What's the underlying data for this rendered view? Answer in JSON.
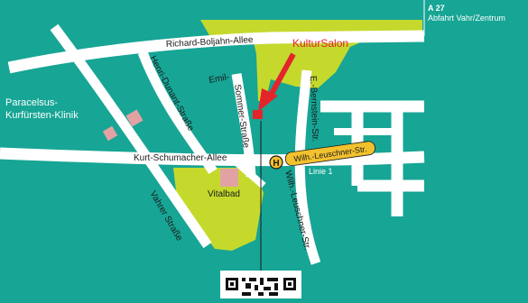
{
  "colors": {
    "background": "#17a595",
    "road": "#ffffff",
    "park": "#c5d92d",
    "building": "#e2a2a3",
    "accent": "#e3242b",
    "stop_badge": "#f2c12e",
    "divider": "#ffffff"
  },
  "highway": {
    "number": "A 27",
    "exit": "Abfahrt Vahr/Zentrum"
  },
  "destination": {
    "label": "KulturSalon"
  },
  "streets": {
    "richard_boljahn": "Richard-Boljahn-Allee",
    "henri_dunant": "Henri-Dunant-Straße",
    "emil_sommer_a": "Emil-",
    "emil_sommer_b": "Sommer-Straße",
    "e_bernstein": "E.-Bernstein-Str.",
    "kurt_schumacher": "Kurt-Schumacher-Allee",
    "wilh_leuschner": "Wilh.-Leuschner-Str.",
    "vahrer": "Vahrer Straße"
  },
  "places": {
    "clinic_line1": "Paracelsus-",
    "clinic_line2": "Kurfürsten-Klinik",
    "vitalbad": "Vitalbad"
  },
  "transit": {
    "stop_symbol": "H",
    "stop_name": "Wilh.-Leuschner-Str.",
    "line": "Linie 1"
  },
  "icons": {
    "stop": "bus-stop-icon",
    "arrow": "destination-arrow-icon",
    "qr": "qr-code-icon"
  }
}
